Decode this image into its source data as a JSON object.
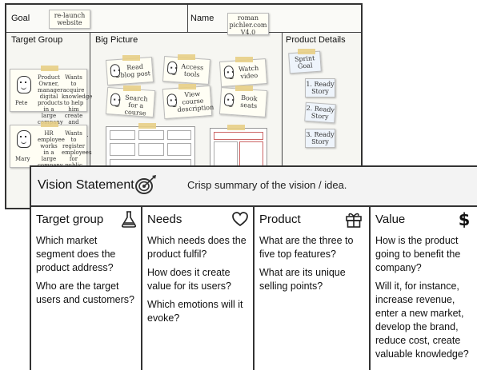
{
  "board": {
    "goal_label": "Goal",
    "goal_note": "re-launch website",
    "name_label": "Name",
    "name_note": "roman pichler.com V4.0",
    "target_group_label": "Target Group",
    "big_picture_label": "Big Picture",
    "product_details_label": "Product Details",
    "personas": [
      {
        "name": "Pete",
        "desc": "Product Owner, manager digital products in a large company",
        "goal": "Wants to acquire knowledge to help him create and enhance products."
      },
      {
        "name": "Mary",
        "desc": "HR employee works in a large company",
        "goal": "Wants to register employees for public training courses"
      }
    ],
    "epics": [
      "Read blog post",
      "Access tools",
      "Watch video",
      "Search for a course",
      "View course description",
      "Book seats"
    ],
    "details": [
      "Sprint Goal",
      "1. Ready Story",
      "2. Ready Story",
      "3. Ready Story"
    ]
  },
  "vision": {
    "title": "Vision Statement",
    "title_icon": "target-dart-icon",
    "description": "Crisp summary of the vision / idea.",
    "columns": [
      {
        "title": "Target group",
        "icon": "flask-icon",
        "questions": [
          "Which market segment does the product address?",
          "Who are the target users and customers?"
        ]
      },
      {
        "title": "Needs",
        "icon": "heart-icon",
        "questions": [
          "Which needs does the product fulfil?",
          "How does it create value for its users?",
          "Which emotions will it evoke?"
        ]
      },
      {
        "title": "Product",
        "icon": "gift-icon",
        "questions": [
          "What are the three to five top features?",
          "What are its unique selling points?"
        ]
      },
      {
        "title": "Value",
        "icon": "dollar-icon",
        "questions": [
          "How is the product going to benefit the company?",
          "Will it, for instance, increase revenue, enter a new market, develop the brand, reduce cost, create valuable knowledge?"
        ]
      }
    ]
  }
}
